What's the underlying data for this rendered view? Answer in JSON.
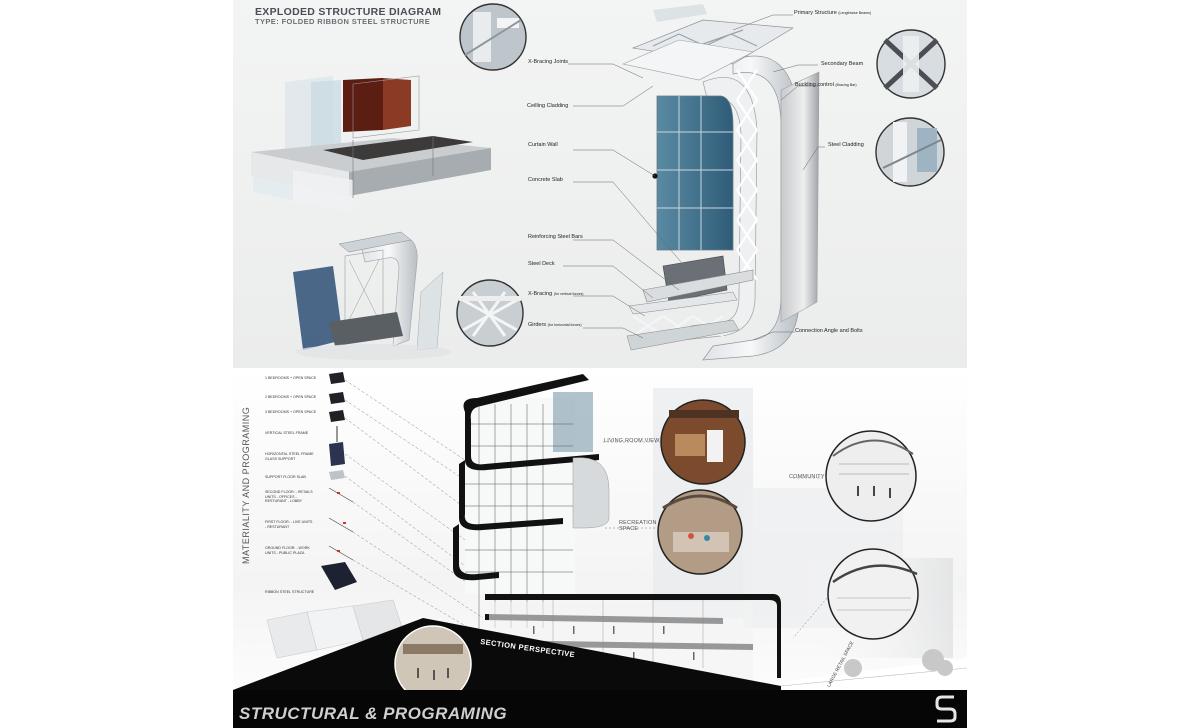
{
  "header": {
    "title": "EXPLODED STRUCTURE DIAGRAM",
    "subtitle": "TYPE: FOLDED RIBBON STEEL STRUCTURE"
  },
  "callouts": {
    "primary_structure": "Primary Structure",
    "primary_structure_note": "(Lengthwise Beams)",
    "xbracing_joints": "X-Bracing Joints",
    "secondary_beam": "Secondary Beam",
    "buckling_control": "Buckling control",
    "buckling_control_note": "(Bracing Bar)",
    "ceiling_cladding": "Ceilling Cladding",
    "steel_cladding": "Steel Cladding",
    "curtain_wall": "Curtain Wall",
    "concrete_slab": "Concrete Slab",
    "reinforcing_steel_bars": "Reinforcing Steel Bars",
    "steel_deck": "Steel Deck",
    "xbracing": "X-Bracing",
    "xbracing_note": "(for vertical forces)",
    "girders": "Girders",
    "girders_note": "(for horizontal forces)",
    "connection_angle": "Connection Angle and Bolts"
  },
  "program": {
    "vertical_title": "MATERIALITY AND PROGRAMING",
    "items": [
      "1 BEDROOMS + OPEN SPACE",
      "2 BEDROOMS + OPEN SPACE",
      "3 BEDROOMS + OPEN SPACE",
      "VERTICAL STEEL FRAME",
      "HORIZONTAL STEEL FRAME GLASS SUPPORT",
      "SUPPORT FLOOR SLAB",
      "SECOND FLOOR: - RETAILS UNITS - OFFICES - RESTURANT - LOBBY",
      "FIRST FLOOR: - LIVE UNITS - RESTURANT",
      "GROUND FLOOR: - WORK UNITS - PUBLIC PLAZA",
      "RIBBON STEEL STRUCTURE"
    ]
  },
  "spaces": {
    "living_room": "LIVING ROOM VIEW",
    "recreation": "RECREATION SPACE",
    "community": "COMMUNITY",
    "retail": "LARGE RETAIL SPACE",
    "section": "SECTION PERSPECTIVE"
  },
  "footer": {
    "title": "STRUCTURAL & PROGRAMING"
  },
  "colors": {
    "footer_bg": "#060606",
    "glass_blue": "#3c6f8a",
    "ribbon_black": "#111111",
    "accent_navy": "#2c3350"
  }
}
